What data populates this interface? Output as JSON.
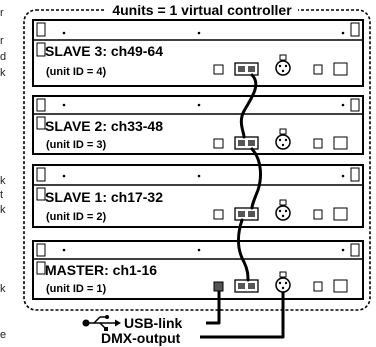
{
  "title": "4units = 1 virtual controller",
  "left_edge_fragments": [
    "r",
    "r",
    "d",
    "k",
    "k",
    "t",
    "k",
    "k",
    "e"
  ],
  "units": [
    {
      "name": "SLAVE 3: ch49-64",
      "unit_id": "(unit ID = 4)"
    },
    {
      "name": "SLAVE 2: ch33-48",
      "unit_id": "(unit ID = 3)"
    },
    {
      "name": "SLAVE 1: ch17-32",
      "unit_id": "(unit ID = 2)"
    },
    {
      "name": "MASTER: ch1-16",
      "unit_id": "(unit ID = 1)"
    }
  ],
  "labels": {
    "usb": "USB-link",
    "dmx": "DMX-output"
  },
  "icons": [
    "usb-symbol-icon",
    "xlr-connector-icon",
    "link-port-icon",
    "power-socket-icon"
  ],
  "colors": {
    "line": "#000000",
    "panel": "#ffffff",
    "port": "#555555"
  }
}
